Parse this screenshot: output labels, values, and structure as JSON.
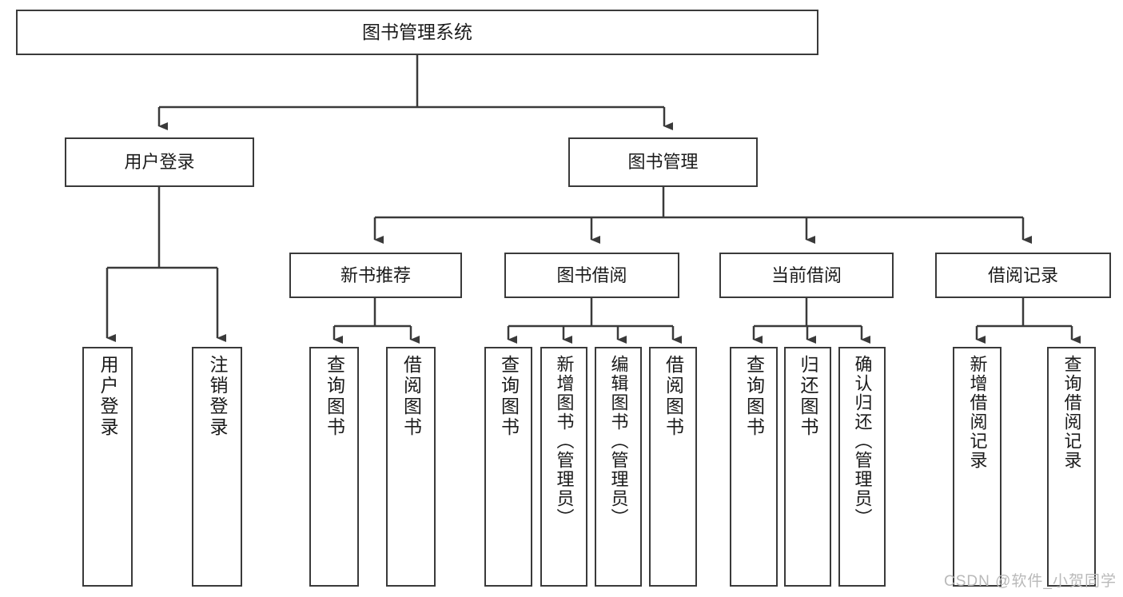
{
  "diagram": {
    "type": "tree-hierarchy",
    "title": "图书管理系统",
    "watermark": "CSDN @软件_小贺同学",
    "colors": {
      "box_border": "#3a3a3a",
      "box_fill": "#ffffff",
      "line": "#3a3a3a",
      "text": "#1b1b1b",
      "watermark": "#b9b9b9"
    },
    "root": {
      "label": "图书管理系统"
    },
    "level1": [
      {
        "id": "user-login",
        "label": "用户登录"
      },
      {
        "id": "book-manage",
        "label": "图书管理"
      }
    ],
    "level2": [
      {
        "id": "new-book-rec",
        "label": "新书推荐",
        "parent": "book-manage"
      },
      {
        "id": "book-borrow",
        "label": "图书借阅",
        "parent": "book-manage"
      },
      {
        "id": "current-borrow",
        "label": "当前借阅",
        "parent": "book-manage"
      },
      {
        "id": "borrow-record",
        "label": "借阅记录",
        "parent": "book-manage"
      }
    ],
    "leaves": [
      {
        "id": "leaf-user-login",
        "label": "用户登录",
        "parent": "user-login"
      },
      {
        "id": "leaf-user-logout",
        "label": "注销登录",
        "parent": "user-login"
      },
      {
        "id": "leaf-query-book-1",
        "label": "查询图书",
        "parent": "new-book-rec"
      },
      {
        "id": "leaf-borrow-book-1",
        "label": "借阅图书",
        "parent": "new-book-rec"
      },
      {
        "id": "leaf-query-book-2",
        "label": "查询图书",
        "parent": "book-borrow"
      },
      {
        "id": "leaf-add-book",
        "label": "新增图书（管理员）",
        "parent": "book-borrow"
      },
      {
        "id": "leaf-edit-book",
        "label": "编辑图书（管理员）",
        "parent": "book-borrow"
      },
      {
        "id": "leaf-borrow-book-2",
        "label": "借阅图书",
        "parent": "book-borrow"
      },
      {
        "id": "leaf-query-book-3",
        "label": "查询图书",
        "parent": "current-borrow"
      },
      {
        "id": "leaf-return-book",
        "label": "归还图书",
        "parent": "current-borrow"
      },
      {
        "id": "leaf-confirm-return",
        "label": "确认归还（管理员）",
        "parent": "current-borrow"
      },
      {
        "id": "leaf-add-record",
        "label": "新增借阅记录",
        "parent": "borrow-record"
      },
      {
        "id": "leaf-query-record",
        "label": "查询借阅记录",
        "parent": "borrow-record"
      }
    ]
  }
}
